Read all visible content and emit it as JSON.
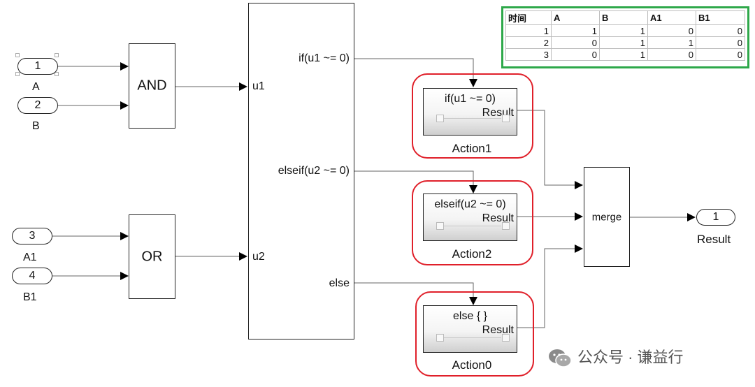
{
  "table": {
    "headers": [
      "时间",
      "A",
      "B",
      "A1",
      "B1"
    ],
    "rows": [
      [
        "1",
        "1",
        "1",
        "0",
        "0"
      ],
      [
        "2",
        "0",
        "1",
        "1",
        "0"
      ],
      [
        "3",
        "0",
        "1",
        "0",
        "0"
      ]
    ]
  },
  "inports": [
    {
      "number": "1",
      "label": "A"
    },
    {
      "number": "2",
      "label": "B"
    },
    {
      "number": "3",
      "label": "A1"
    },
    {
      "number": "4",
      "label": "B1"
    }
  ],
  "blocks": {
    "and": "AND",
    "or": "OR",
    "merge": "merge"
  },
  "if_block": {
    "inputs": [
      "u1",
      "u2"
    ],
    "outputs": [
      "if(u1 ~= 0)",
      "elseif(u2 ~= 0)",
      "else"
    ]
  },
  "actions": [
    {
      "title": "if(u1 ~= 0)",
      "port": "Result",
      "name": "Action1"
    },
    {
      "title": "elseif(u2 ~= 0)",
      "port": "Result",
      "name": "Action2"
    },
    {
      "title": "else { }",
      "port": "Result",
      "name": "Action0"
    }
  ],
  "outport": {
    "number": "1",
    "label": "Result"
  },
  "watermark": "公众号 · 谦益行",
  "colors": {
    "highlight_ring": "#e0202a",
    "table_border": "#2ea84a"
  }
}
